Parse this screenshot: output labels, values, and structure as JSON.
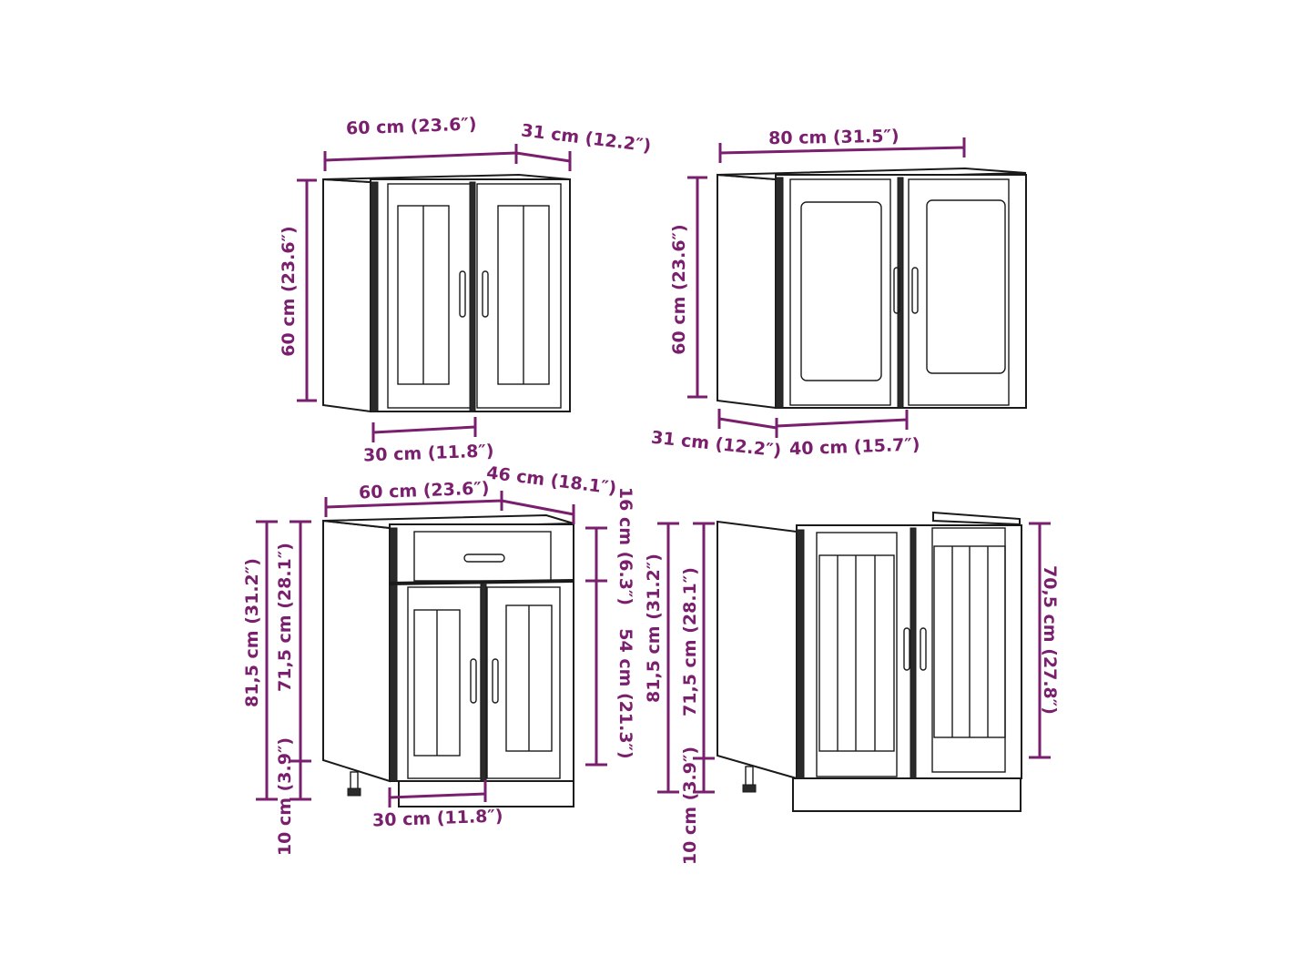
{
  "accent_color": "#7a1f6e",
  "cabinets": [
    {
      "name": "wall-cabinet-60",
      "width": "60 cm (23.6″)",
      "depth": "31 cm (12.2″)",
      "height": "60 cm (23.6″)",
      "door_width": "30 cm (11.8″)"
    },
    {
      "name": "wall-cabinet-80",
      "width": "80 cm (31.5″)",
      "depth": "31 cm (12.2″)",
      "height": "60 cm (23.6″)",
      "door_width": "40 cm (15.7″)"
    },
    {
      "name": "base-cabinet-drawer-60",
      "width": "60 cm (23.6″)",
      "depth": "46 cm (18.1″)",
      "total_height": "81,5 cm (31.2″)",
      "body_height": "71,5 cm (28.1″)",
      "leg_height": "10 cm (3.9″)",
      "drawer_height": "16 cm (6.3″)",
      "door_height": "54 cm (21.3″)",
      "door_width": "30 cm (11.8″)"
    },
    {
      "name": "sink-base-cabinet-80",
      "total_height": "81,5 cm (31.2″)",
      "body_height": "71,5 cm (28.1″)",
      "leg_height": "10 cm (3.9″)",
      "door_height": "70,5 cm (27.8″)"
    }
  ]
}
